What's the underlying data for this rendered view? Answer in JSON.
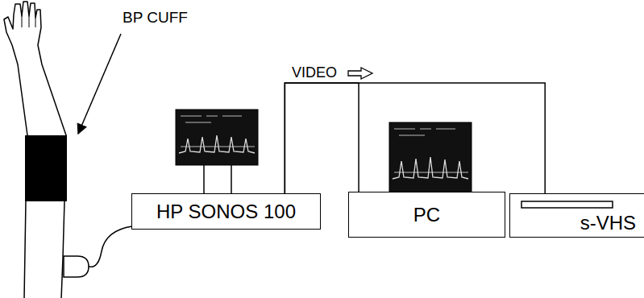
{
  "diagram": {
    "nodes": [
      {
        "text": [
          "HP SONOS 100"
        ]
      },
      {
        "text": [
          "PC"
        ]
      },
      {
        "text": [
          "s-VHS"
        ]
      }
    ],
    "edges": [
      {
        "from": 0,
        "to": 1,
        "arrow": "none"
      },
      {
        "from": 0,
        "to": 2,
        "arrow": "none"
      }
    ],
    "labels": [
      "BP CUFF",
      "VIDEO"
    ]
  }
}
